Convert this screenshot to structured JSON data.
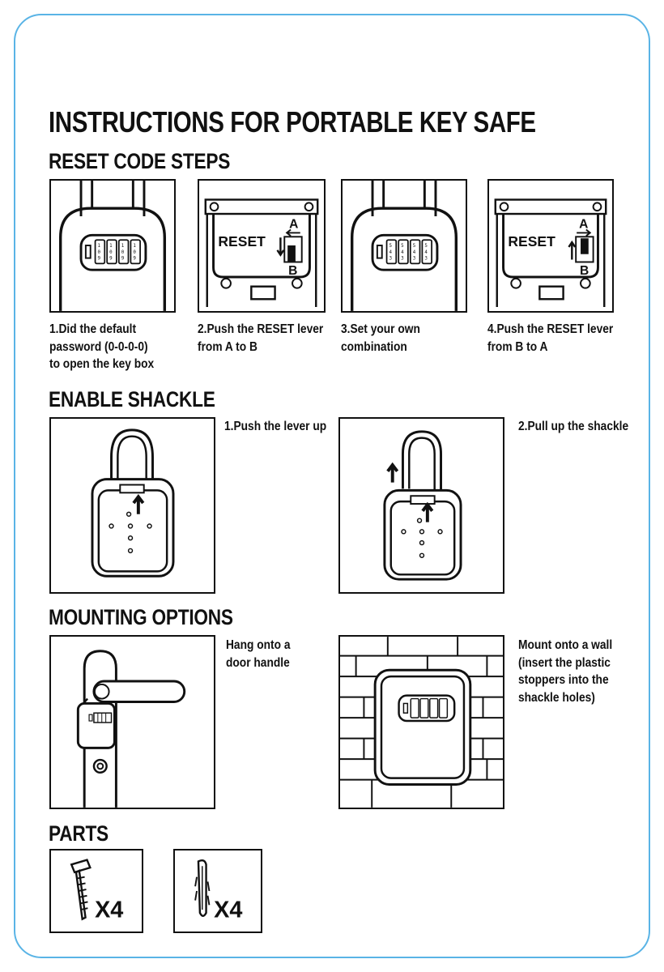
{
  "title": "INSTRUCTIONS FOR PORTABLE KEY SAFE",
  "sections": {
    "reset": {
      "heading": "RESET CODE STEPS",
      "steps": [
        {
          "lines": [
            "1.Did the default",
            "password (0-0-0-0)",
            "to open the key box"
          ]
        },
        {
          "lines": [
            "2.Push the RESET lever",
            "from A to B"
          ],
          "reset_label": "RESET",
          "a_label": "A",
          "b_label": "B"
        },
        {
          "lines": [
            "3.Set your own",
            "combination"
          ]
        },
        {
          "lines": [
            "4.Push the RESET lever",
            "from B to A"
          ],
          "reset_label": "RESET",
          "a_label": "A",
          "b_label": "B"
        }
      ]
    },
    "shackle": {
      "heading": "ENABLE SHACKLE",
      "steps": [
        {
          "lines": [
            "1.Push the lever up"
          ]
        },
        {
          "lines": [
            "2.Pull up the shackle"
          ]
        }
      ]
    },
    "mounting": {
      "heading": "MOUNTING OPTIONS",
      "options": [
        {
          "lines": [
            "Hang onto a",
            "door handle"
          ]
        },
        {
          "lines": [
            "Mount onto a wall",
            "(insert the plastic",
            "stoppers into the",
            "shackle holes)"
          ]
        }
      ]
    },
    "parts": {
      "heading": "PARTS",
      "items": [
        {
          "icon": "screw-icon",
          "qty": "X4"
        },
        {
          "icon": "wall-plug-icon",
          "qty": "X4"
        }
      ]
    }
  },
  "colors": {
    "frame": "#5ab4e6",
    "ink": "#111111"
  }
}
